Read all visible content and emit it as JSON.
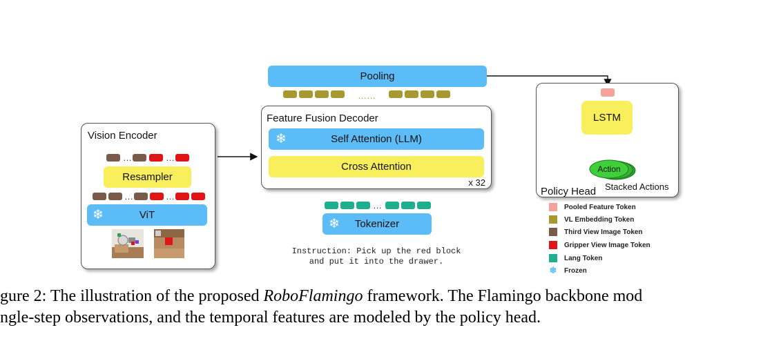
{
  "vision_encoder": {
    "title": "Vision Encoder",
    "resampler_label": "Resampler",
    "vit_label": "ViT",
    "token_dots": "…"
  },
  "decoder": {
    "pooling_label": "Pooling",
    "title": "Feature Fusion Decoder",
    "self_attention_label": "Self Attention (LLM)",
    "cross_attention_label": "Cross Attention",
    "repeat_label": "x 32",
    "vl_dots": "……"
  },
  "text_branch": {
    "tokenizer_label": "Tokenizer",
    "instruction_line1": "Instruction: Pick up the red block",
    "instruction_line2": "and put it into the drawer."
  },
  "policy_head": {
    "title": "Policy Head",
    "lstm_label": "LSTM",
    "action_label": "Action",
    "stacked_label": "Stacked Actions"
  },
  "legend": [
    {
      "label": "Pooled Feature Token",
      "color": "#f5a39a",
      "icon": "square"
    },
    {
      "label": "VL Embedding Token",
      "color": "#a89830",
      "icon": "square"
    },
    {
      "label": "Third View Image Token",
      "color": "#7a5a48",
      "icon": "square"
    },
    {
      "label": "Gripper View Image Token",
      "color": "#e01414",
      "icon": "square"
    },
    {
      "label": "Lang Token",
      "color": "#1fae8e",
      "icon": "square"
    },
    {
      "label": "Frozen",
      "color": "#5bbcf7",
      "icon": "snowflake-icon"
    }
  ],
  "caption": {
    "line1_a": "gure 2: The illustration of the proposed ",
    "line1_em": "RoboFlamingo",
    "line1_b": " framework. The Flamingo backbone mod",
    "line2": "ngle-step observations, and the temporal features are modeled by the policy head."
  },
  "colors": {
    "blue": "#5bbcf7",
    "yellow": "#f9ee5b",
    "action_green": "#3fcf3a"
  }
}
